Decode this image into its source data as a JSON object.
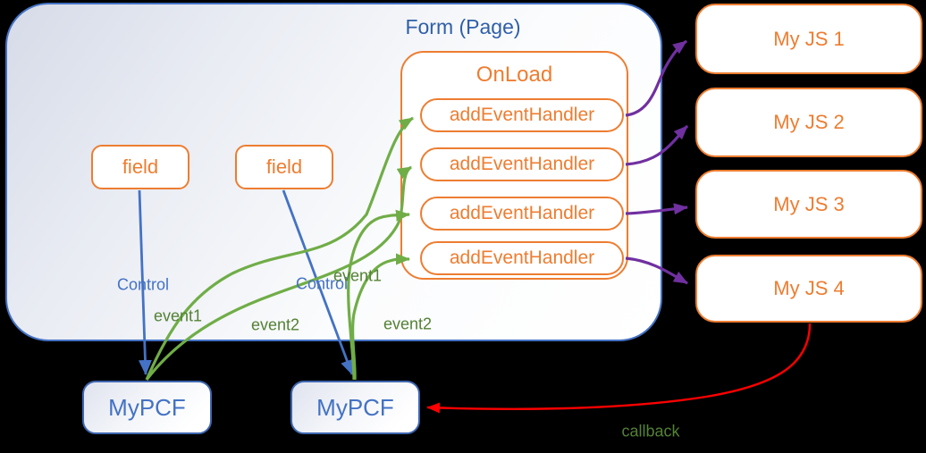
{
  "form": {
    "title": "Form (Page)"
  },
  "fields": [
    {
      "label": "field"
    },
    {
      "label": "field"
    }
  ],
  "onload": {
    "title": "OnLoad",
    "handlers": [
      "addEventHandler",
      "addEventHandler",
      "addEventHandler",
      "addEventHandler"
    ]
  },
  "js_modules": [
    {
      "label": "My JS 1"
    },
    {
      "label": "My JS 2"
    },
    {
      "label": "My JS 3"
    },
    {
      "label": "My JS 4"
    }
  ],
  "pcf_components": [
    {
      "label": "MyPCF"
    },
    {
      "label": "MyPCF"
    }
  ],
  "edge_labels": {
    "control_left": "Control",
    "control_right": "Control",
    "event1_left": "event1",
    "event2_left": "event2",
    "event1_right": "event1",
    "event2_right": "event2",
    "callback": "callback"
  },
  "colors": {
    "form_border_blue": "#4472C4",
    "form_title_blue": "#2F5FA8",
    "orange": "#ED7D31",
    "green_line": "#70AD47",
    "green_label": "#538135",
    "purple": "#7030A0",
    "red": "#FF0000",
    "background": "#000000"
  }
}
